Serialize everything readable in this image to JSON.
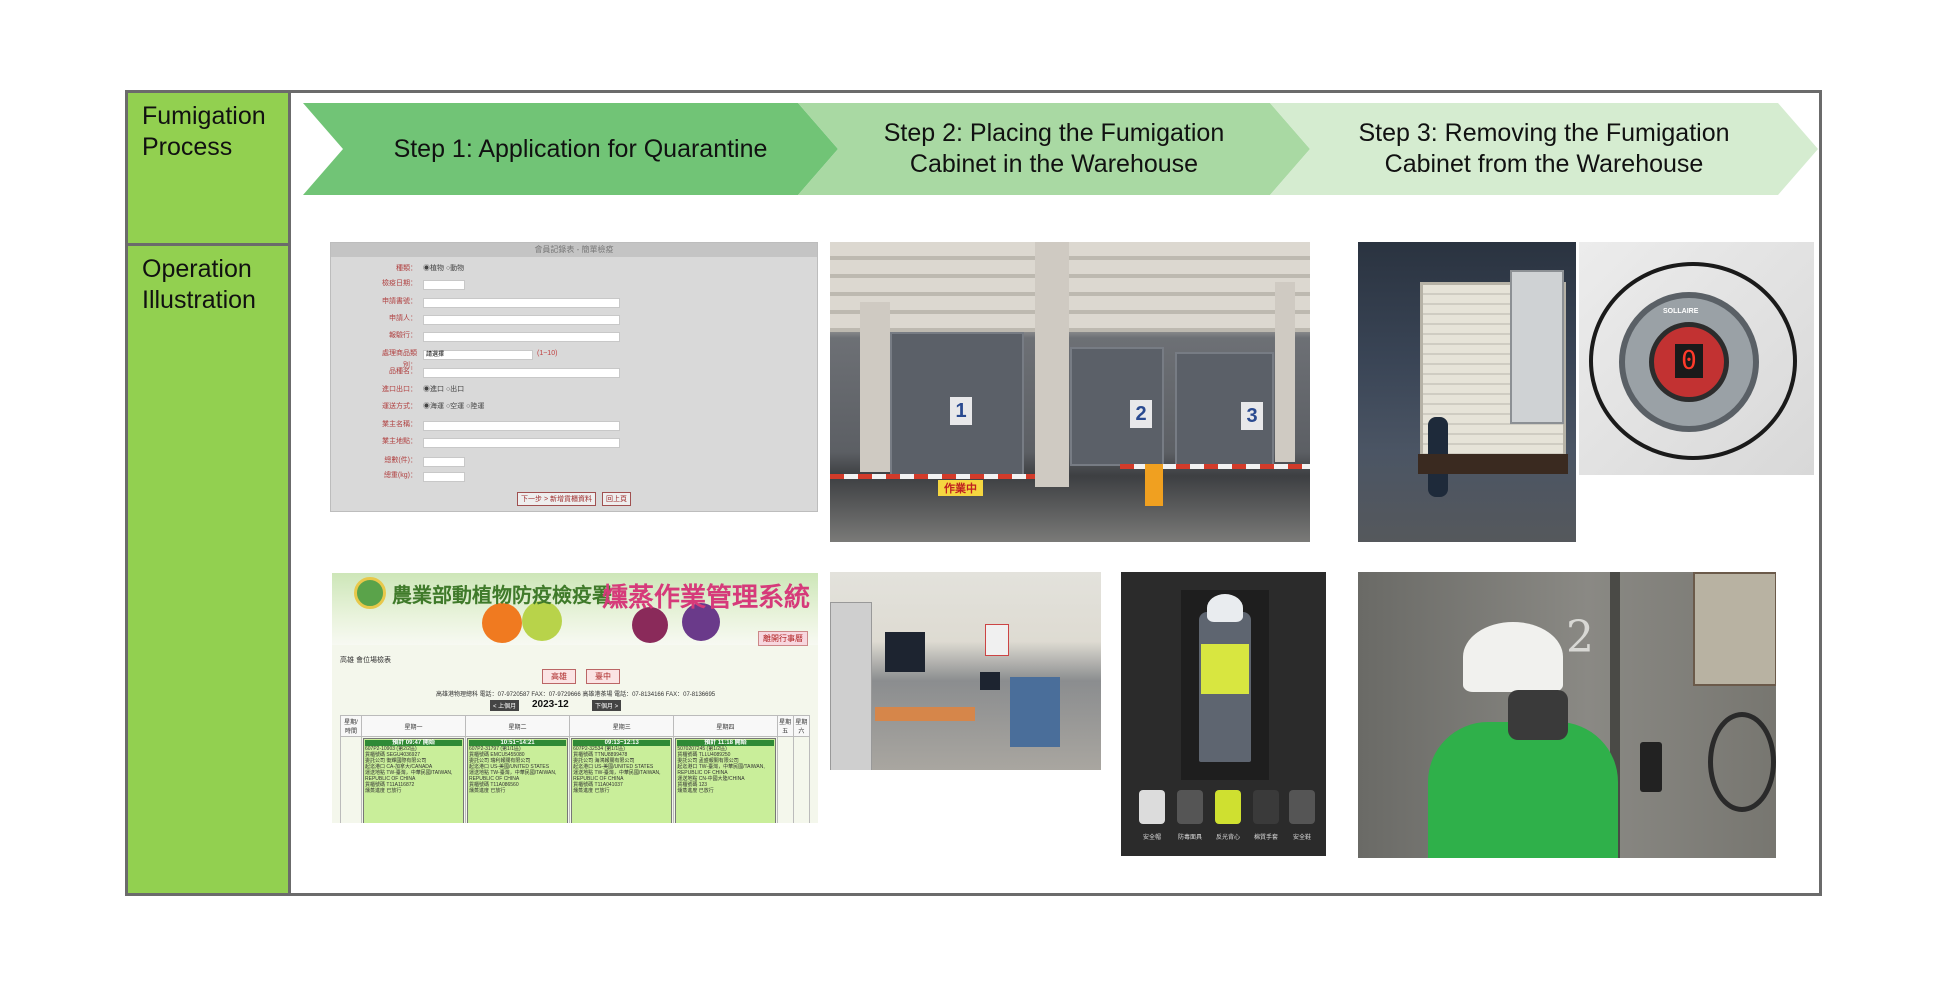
{
  "labels": {
    "process": "Fumigation\nProcess",
    "illustration": "Operation\nIllustration"
  },
  "steps": [
    "Step 1: Application for Quarantine",
    "Step 2: Placing the Fumigation\nCabinet in the Warehouse",
    "Step 3: Removing the Fumigation\nCabinet from the Warehouse"
  ],
  "colors": {
    "label_bg": "#92d050",
    "step1": "#71c476",
    "step2": "#a9d9a3",
    "step3": "#d5ecd0",
    "border": "#6b6b6b"
  },
  "photos": {
    "cabinet_numbers": [
      "1",
      "2",
      "3"
    ],
    "cabinet_signs": [
      "作業中"
    ],
    "gauge_brand": "SOLLAIRE",
    "gauge_digit": "0",
    "worker_door_number": "2",
    "ppe_items": [
      "安全帽",
      "防毒面具",
      "反光背心",
      "棉質手套",
      "安全鞋"
    ]
  },
  "form": {
    "title": "會員記錄表 - 簡單檢疫",
    "fields": [
      "種類：",
      "檢疫日期：",
      "申請書號：",
      "申請人：",
      "報驗行：",
      "處理商品類別：",
      "品種名：",
      "進口出口：",
      "運送方式：",
      "業主名稱：",
      "業主地點：",
      "總數(件)：",
      "總重(kg)："
    ],
    "kind_options": "◉植物 ○動物",
    "category_value": "請選擇",
    "category_hint": "(1~10)",
    "import_options": "◉進口 ○出口",
    "transport_options": "◉海運 ○空運 ○陸運",
    "buttons": [
      "下一步 > 新增貨櫃資料",
      "回上頁"
    ]
  },
  "web": {
    "agency": "農業部動植物防疫檢疫署",
    "system": "燻蒸作業管理系統",
    "top_button": "離開行事曆",
    "location": "高雄 會位場檢表",
    "tabs": [
      "高雄",
      "臺中"
    ],
    "contact": "高雄港物理總科 電話：07-9720587 FAX：07-9729666 高雄港茶場 電話：07-8134166 FAX：07-8136695",
    "month": "2023-12",
    "prev": "< 上個月",
    "next": "下個月 >",
    "columns": [
      "星期/時間",
      "星期一",
      "星期二",
      "星期三",
      "星期四",
      "星期五",
      "星期六"
    ],
    "cards": [
      {
        "title": "預計 09:47 開始",
        "body": "607P2-10903 (第2/2區)\n貨櫃號碼 SEGU4036927\n委託公司 衡輝國際有限公司\n起迄港口 CA-加拿大/CANADA\n運送地點 TW-臺灣，中華民國/TAIWAN, REPUBLIC OF CHINA\n貨櫃號碼 T11A116872\n燻蒸進度 已放行"
      },
      {
        "title": "10:51~14:21",
        "body": "607P2-31797 (第1/1區)\n貨櫃號碼 EMCU5455080\n委託公司 瑞利報關有限公司\n起迄港口 US-美國/UNITED STATES\n運送地點 TW-臺灣，中華民國/TAIWAN, REPUBLIC OF CHINA\n貨櫃號碼 T11A086560\n燻蒸進度 已放行"
      },
      {
        "title": "09:13~12:13",
        "body": "607P2-32534 (第1/1區)\n貨櫃號碼 TTNU8899478\n委託公司 海鴻報關有限公司\n起迄港口 US-美國/UNITED STATES\n運送地點 TW-臺灣，中華民國/TAIWAN, REPUBLIC OF CHINA\n貨櫃號碼 T11A041037\n燻蒸進度 已放行"
      },
      {
        "title": "預計 11:18 開始",
        "body": "5070207245 (第1/2區)\n貨櫃號碼 TLLU4089250\n委託公司 孟盛報關有限公司\n起迄港口 TW-臺灣，中華民國/TAIWAN, REPUBLIC OF CHINA\n運送地點 CN-中國大陸/CHINA\n貨櫃號碼 123\n燻蒸進度 已放行"
      }
    ]
  }
}
